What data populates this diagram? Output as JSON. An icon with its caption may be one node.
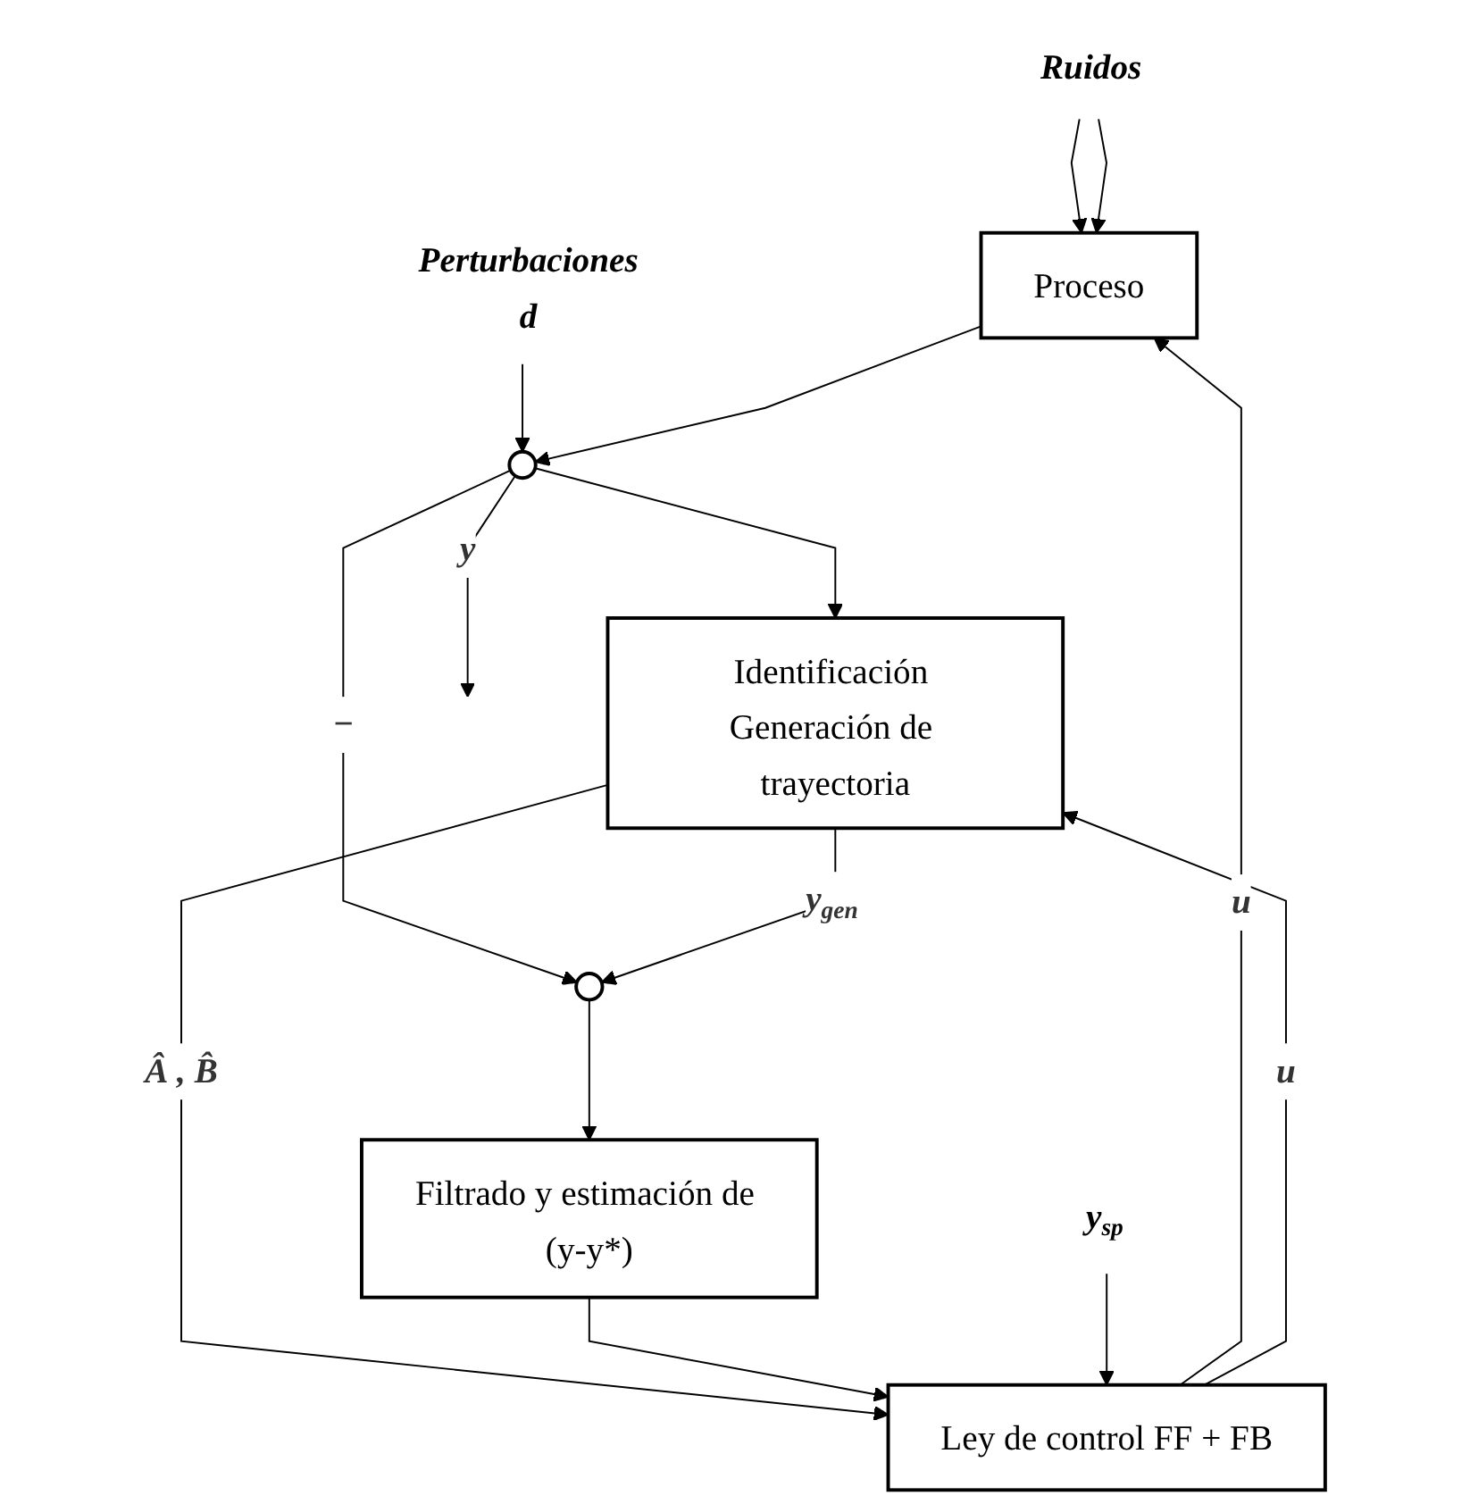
{
  "diagram": {
    "nodes": [
      {
        "text": [
          "Ruidos"
        ]
      },
      {
        "text": [
          "d"
        ],
        "beside": [
          "Perturbaciones"
        ]
      },
      {
        "text": [
          "Proceso"
        ]
      },
      {
        "text": [],
        "shape": "circle"
      },
      {
        "text": [
          "Identificación Generación de trayectoria"
        ]
      },
      {
        "text": [],
        "shape": "circle"
      },
      {
        "text": [
          "Ley de control FF + FB"
        ]
      },
      {
        "text": [
          "Filtrado y estimación de (y-y*)"
        ]
      },
      {
        "text": [
          "y$_{sp}$"
        ]
      }
    ],
    "edges": [
      {
        "from": 0,
        "to": 2,
        "arrow": "to"
      },
      {
        "from": 0,
        "to": 2,
        "arrow": "to"
      },
      {
        "from": 1,
        "to": 3,
        "arrow": "to"
      },
      {
        "from": 2,
        "to": 3,
        "arrow": "to"
      },
      {
        "from": 3,
        "to": null,
        "arrow": "to",
        "label": "y"
      },
      {
        "from": 3,
        "to": 4,
        "arrow": "to"
      },
      {
        "from": 3,
        "to": 5,
        "arrow": "to",
        "label": "−"
      },
      {
        "from": 4,
        "to": 5,
        "arrow": "to",
        "label": "y$_{gen}$"
      },
      {
        "from": 4,
        "to": 6,
        "arrow": "to",
        "label": "Â , B̂"
      },
      {
        "from": 5,
        "to": 7,
        "arrow": "to"
      },
      {
        "from": 7,
        "to": 6,
        "arrow": "to"
      },
      {
        "from": 6,
        "to": 2,
        "arrow": "to",
        "label": "u"
      },
      {
        "from": 6,
        "to": 4,
        "arrow": "to",
        "label": "u"
      },
      {
        "from": 8,
        "to": 6,
        "arrow": "to"
      }
    ]
  }
}
